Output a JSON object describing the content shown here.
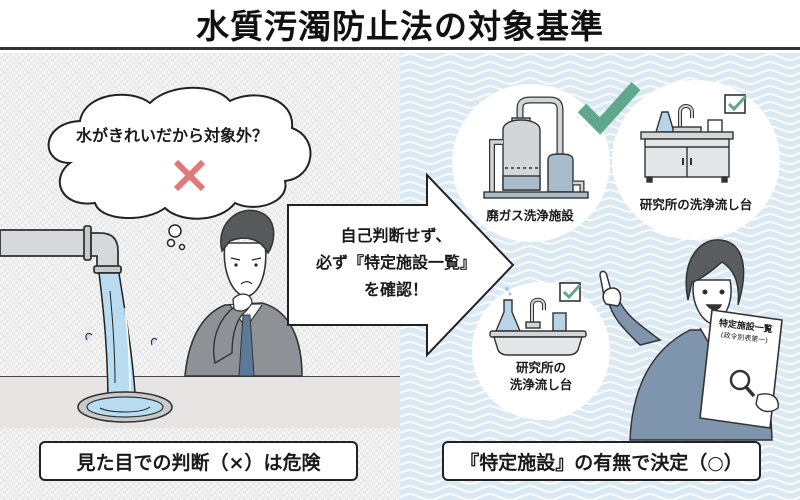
{
  "title": "水質汚濁防止法の対象基準",
  "left_panel": {
    "thought_bubble": {
      "text": "水がきれいだから対象外？",
      "mark_icon": "red-x-mark"
    },
    "scene": {
      "pipe": "pipe-with-water-flow",
      "drain": "floor-drain",
      "person": "worried-businessman"
    },
    "caption": "見た目での判断（×）は危険"
  },
  "arrow": {
    "lines": [
      "自己判断せず、",
      "必ず『特定施設一覧』",
      "を確認！"
    ]
  },
  "right_panel": {
    "facilities": [
      {
        "label": "廃ガス洗浄施設",
        "icon": "gas-scrubber-icon",
        "check": "large-green-check"
      },
      {
        "label": "研究所の洗浄流し台",
        "icon": "lab-sink-cabinet-icon",
        "check": "checkbox-checked"
      },
      {
        "label_lines": [
          "研究所の",
          "洗浄流し台"
        ],
        "icon": "lab-sink-basin-icon",
        "check": "checkbox-checked"
      }
    ],
    "person": "smiling-businesswoman-pointing",
    "document": {
      "title": "特定施設一覧",
      "subtitle": "(政令別表第一)",
      "icon": "magnifier-icon"
    },
    "caption": "『特定施設』の有無で決定（○）"
  },
  "colors": {
    "check_green": "#5fa88e",
    "x_red": "#e07a7a",
    "water_blue": "#b9dcf0",
    "wave_bg": "#dbe9f4",
    "suit_gray": "#8e9297",
    "suit_blue": "#7f95ad",
    "equipment_gray": "#d3d5d8",
    "equipment_blue": "#a8bccc"
  }
}
